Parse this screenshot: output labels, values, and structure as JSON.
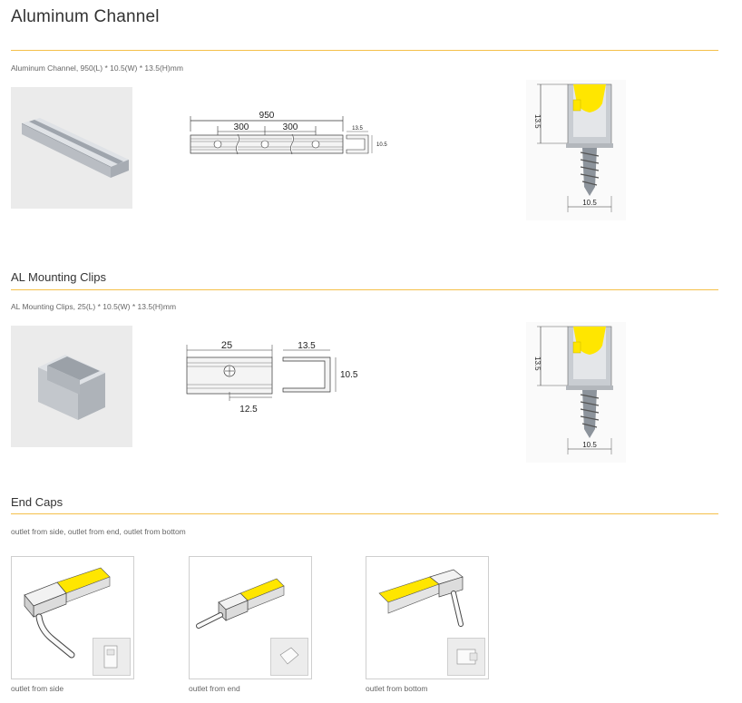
{
  "sections": {
    "aluminum_channel": {
      "title": "Aluminum Channel",
      "caption": "Aluminum Channel, 950(L) * 10.5(W) * 13.5(H)mm",
      "dims": {
        "length": "950",
        "span_a": "300",
        "span_b": "300",
        "end_w": "13.5",
        "end_h": "10.5",
        "side_h": "13.5",
        "bottom_w": "10.5"
      }
    },
    "mounting_clips": {
      "title": "AL Mounting Clips",
      "caption": "AL Mounting Clips, 25(L) * 10.5(W) * 13.5(H)mm",
      "dims": {
        "length": "25",
        "hole_offset": "12.5",
        "end_w": "13.5",
        "end_h": "10.5",
        "side_h": "13.5",
        "bottom_w": "10.5"
      }
    },
    "end_caps": {
      "title": "End Caps",
      "caption": "outlet from side, outlet from end, outlet from bottom",
      "items": [
        {
          "label": "outlet from side"
        },
        {
          "label": "outlet from end"
        },
        {
          "label": "outlet from bottom"
        }
      ]
    }
  },
  "colors": {
    "accent_rule": "#f5c04a",
    "led_yellow": "#ffe600",
    "aluminum": "#c9cdd2"
  }
}
